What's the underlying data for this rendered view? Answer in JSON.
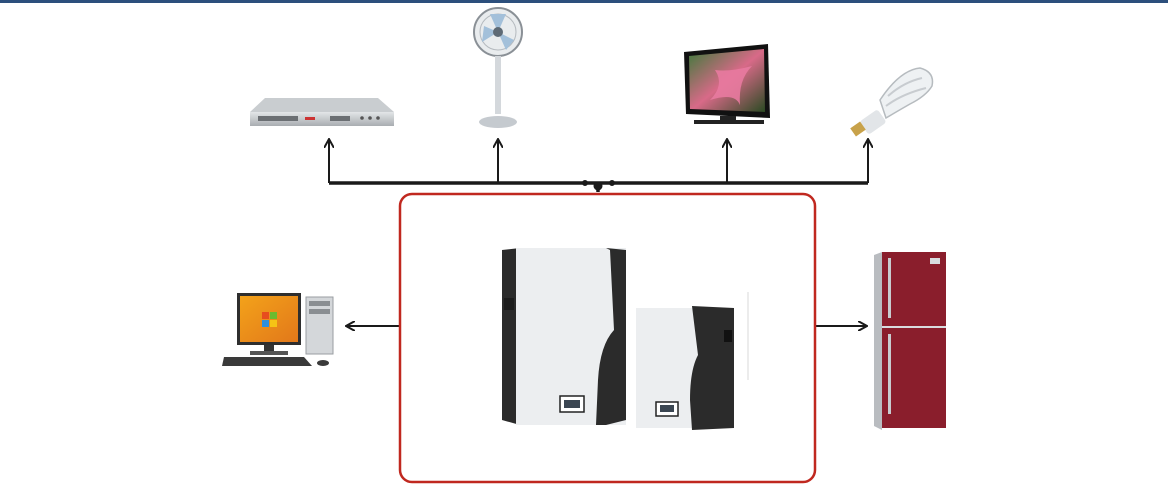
{
  "diagram": {
    "colors": {
      "top_strip": "#2c4f7c",
      "wire": "#1a1a1a",
      "frame": "#c0281f",
      "battery_panel": "#eceef0",
      "battery_dark": "#2b2b2b",
      "fridge_body": "#8a1e2c",
      "fridge_side": "#b9bcc0"
    },
    "nodes": [
      {
        "id": "dvd-player",
        "icon": "dvd-player-icon"
      },
      {
        "id": "standing-fan",
        "icon": "fan-icon"
      },
      {
        "id": "television",
        "icon": "tv-icon"
      },
      {
        "id": "light-bulb",
        "icon": "bulb-icon"
      },
      {
        "id": "desktop-computer",
        "icon": "computer-icon"
      },
      {
        "id": "refrigerator",
        "icon": "fridge-icon"
      }
    ],
    "center": {
      "id": "wall-battery-system",
      "icon": "battery-icon"
    },
    "flows": [
      {
        "from": "wall-battery-system",
        "to": "dvd-player"
      },
      {
        "from": "wall-battery-system",
        "to": "standing-fan"
      },
      {
        "from": "wall-battery-system",
        "to": "television"
      },
      {
        "from": "wall-battery-system",
        "to": "light-bulb"
      },
      {
        "from": "wall-battery-system",
        "to": "desktop-computer"
      },
      {
        "from": "wall-battery-system",
        "to": "refrigerator"
      }
    ]
  }
}
